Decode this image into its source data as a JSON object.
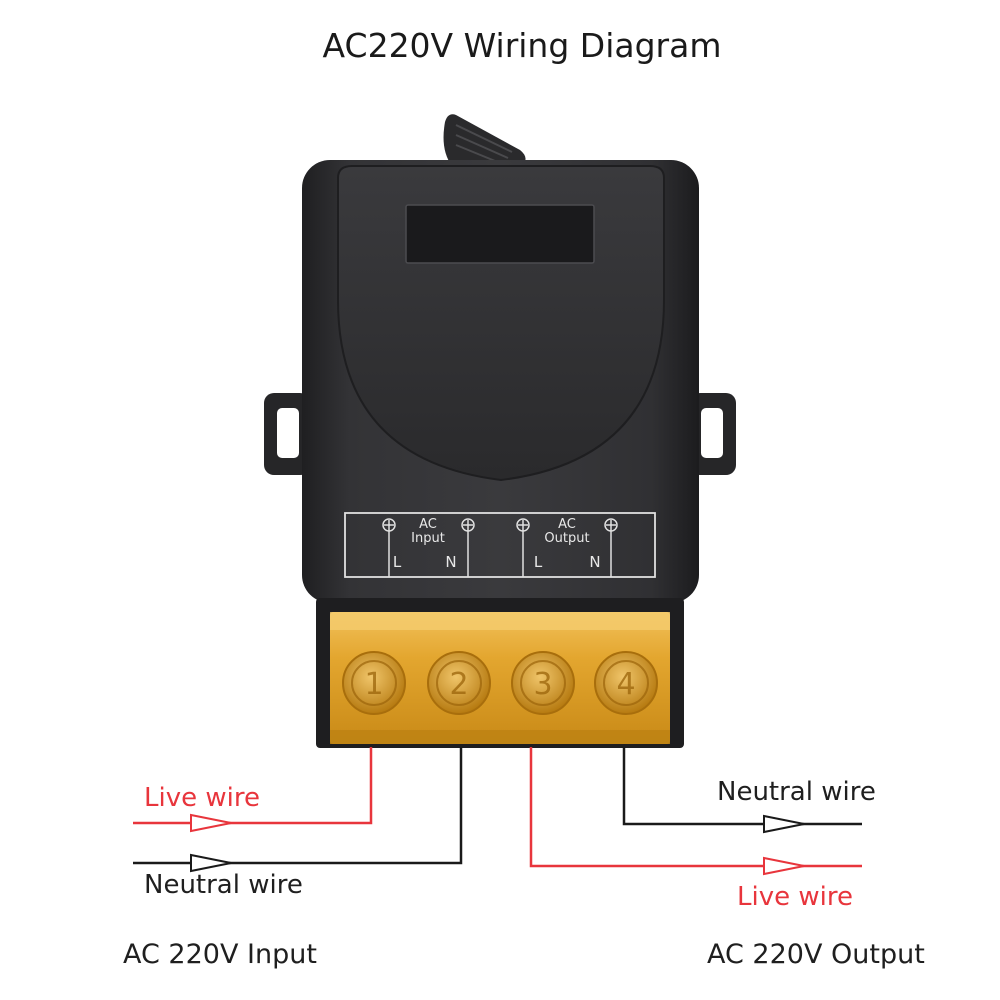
{
  "title": "AC220V Wiring Diagram",
  "terminal_panel": {
    "input_top": "AC",
    "input_bottom": "Input",
    "output_top": "AC",
    "output_bottom": "Output",
    "input_l": "L",
    "input_n": "N",
    "output_l": "L",
    "output_n": "N"
  },
  "terminals": [
    "1",
    "2",
    "3",
    "4"
  ],
  "labels": {
    "input_live": "Live wire",
    "input_neutral": "Neutral wire",
    "output_neutral": "Neutral wire",
    "output_live": "Live wire",
    "input_caption": "AC 220V Input",
    "output_caption": "AC 220V Output"
  },
  "colors": {
    "live": "#e8353c",
    "neutral": "#1a1a1a",
    "housing": "#2b2b2d",
    "terminal_cover": "#e0a428"
  }
}
